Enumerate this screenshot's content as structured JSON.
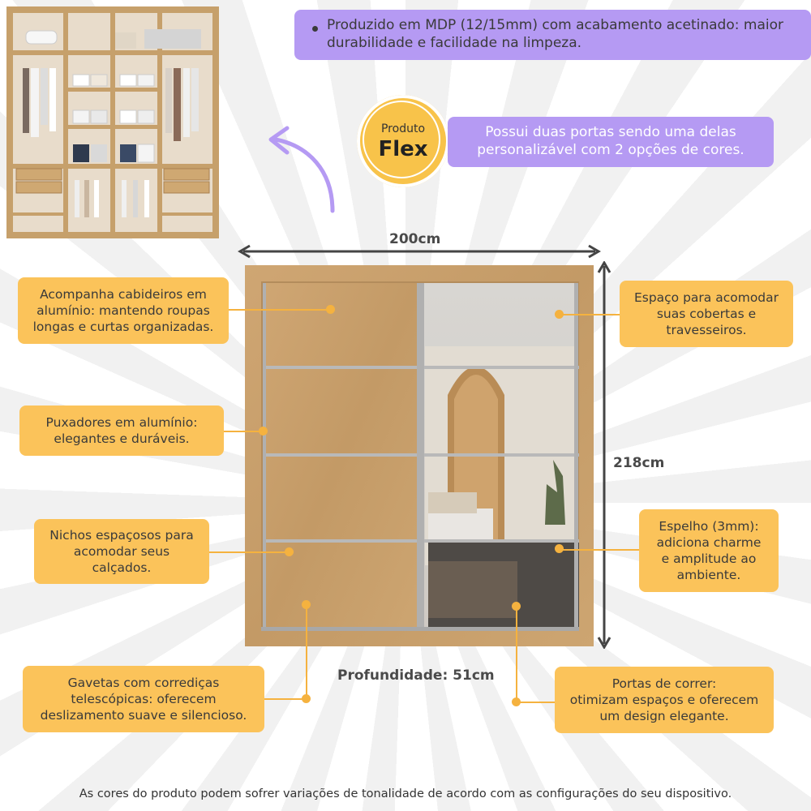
{
  "top_feature": "Produzido em MDP (12/15mm) com acabamento acetinado: maior durabilidade e facilidade na limpeza.",
  "flex_badge": {
    "top": "Produto",
    "bottom": "Flex"
  },
  "flex_feature": "Possui duas portas sendo uma delas personalizável com 2 opções de cores.",
  "dimensions": {
    "width": "200cm",
    "height": "218cm",
    "depth": "Profundidade: 51cm"
  },
  "callouts": {
    "hangers": "Acompanha cabideiros em\nalumínio: mantendo roupas\nlongas e curtas organizadas.",
    "handles": "Puxadores em alumínio:\nelegantes e duráveis.",
    "niches": "Nichos espaçosos para\nacomodar seus\ncalçados.",
    "drawers": "Gavetas com corrediças\ntelescópicas: oferecem\ndeslizamento suave e silencioso.",
    "blankets": "Espaço para acomodar\nsuas cobertas e\ntravesseiros.",
    "mirror": "Espelho (3mm):\nadiciona charme\ne amplitude ao\nambiente.",
    "sliding_doors": "Portas de correr:\notimizam espaços e oferecem\num design elegante."
  },
  "disclaimer": "As cores do produto podem sofrer variações de tonalidade de acordo com as configurações do seu dispositivo.",
  "colors": {
    "callout": "#fbc35a",
    "purple": "#b59af3",
    "wood": "#c9a36f",
    "line": "#f5b23f"
  }
}
